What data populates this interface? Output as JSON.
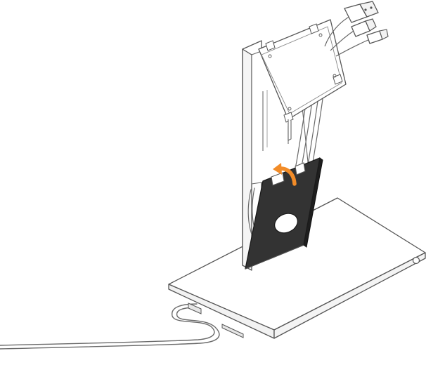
{
  "figure": {
    "accent_color": "#F28C28",
    "line_color": "#5a5a5a",
    "cover_color": "#333333",
    "parts": [
      "monitor-stand-riser",
      "vesa-mount-plate",
      "cable-cover",
      "stand-base",
      "power-cable",
      "video-cable",
      "usb-cable",
      "rotate-arrow-icon"
    ]
  }
}
